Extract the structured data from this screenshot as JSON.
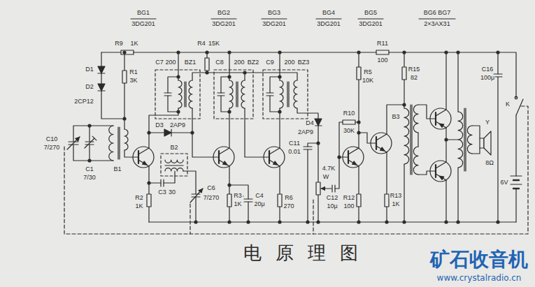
{
  "diagram": {
    "title": "电原理图",
    "labels": [
      "BG1",
      "3DG201",
      "BG2",
      "3DG201",
      "BG3",
      "3DG201",
      "BG4",
      "3DG201",
      "BG5",
      "3DG201",
      "BG6 BG7",
      "2×3AX31",
      "R9",
      "1K",
      "D1",
      "D2",
      "2CP12",
      "R1",
      "3K",
      "B1",
      "C10",
      "7/270",
      "C1",
      "7/30",
      "C7",
      "200",
      "BZ1",
      "R4",
      "15K",
      "C8",
      "200",
      "BZ2",
      "C9",
      "200",
      "BZ3",
      "D3",
      "2AP9",
      "B2",
      "C3",
      "30",
      "R2",
      "1K",
      "C6",
      "7/270",
      "R3",
      "1K",
      "C4",
      "20μ",
      "R6",
      "270",
      "C11",
      "0.01",
      "D4",
      "2AP9",
      "W",
      "4.7K",
      "C12",
      "10μ",
      "R10",
      "30K",
      "R5",
      "10K",
      "R11",
      "100",
      "R12",
      "100",
      "R13",
      "1K",
      "R15",
      "82",
      "B3",
      "Y",
      "8Ω",
      "C16",
      "100μ",
      "K",
      "6V",
      "矿石收音机",
      "www.crystalradio.cn"
    ]
  }
}
